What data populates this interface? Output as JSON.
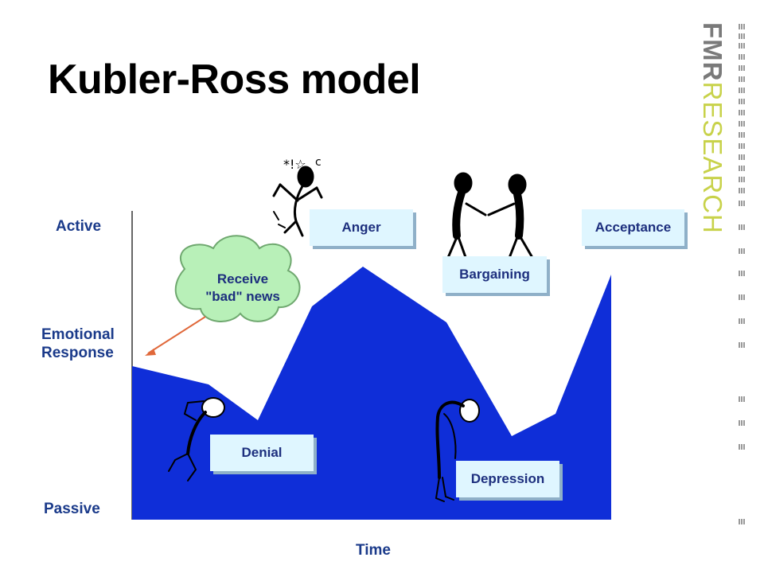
{
  "title": "Kubler-Ross model",
  "brand": {
    "part1": "FMR",
    "part2": "RESEARCH",
    "colors": {
      "fmr": "#7a7a7a",
      "research": "#c8d24a"
    }
  },
  "axis": {
    "top": "Active",
    "middle_line1": "Emotional",
    "middle_line2": "Response",
    "bottom": "Passive",
    "x": "Time"
  },
  "bubble": {
    "line1": "Receive",
    "line2": "\"bad\" news"
  },
  "stages": {
    "denial": "Denial",
    "anger": "Anger",
    "bargaining": "Bargaining",
    "depression": "Depression",
    "acceptance": "Acceptance"
  },
  "colors": {
    "curve_fill": "#0f2ed8",
    "label_text": "#1d2f7e",
    "box_fill": "#dff6ff",
    "bubble_fill": "#b8f0b8",
    "arrow": "#e0683a"
  },
  "figures": [
    "angry-figure-icon",
    "handshake-figures-icon",
    "denial-figure-icon",
    "depressed-figure-icon"
  ]
}
